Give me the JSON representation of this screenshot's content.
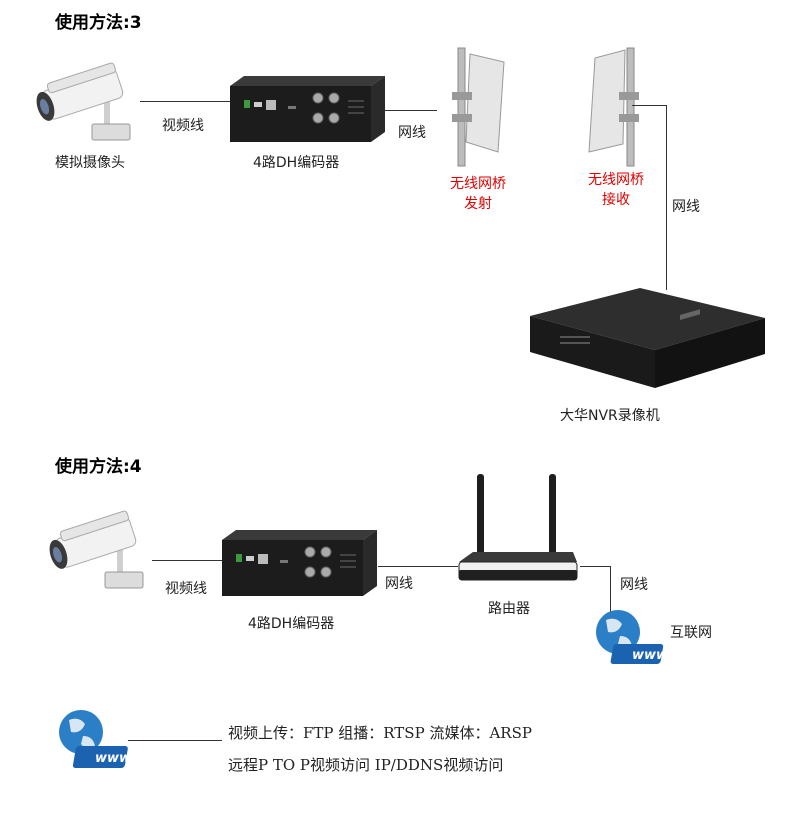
{
  "method3": {
    "title": "使用方法:3",
    "camera_label": "模拟摄像头",
    "encoder_label": "4路DH编码器",
    "link_video": "视频线",
    "link_net1": "网线",
    "bridge_tx_line1": "无线网桥",
    "bridge_tx_line2": "发射",
    "bridge_rx_line1": "无线网桥",
    "bridge_rx_line2": "接收",
    "link_net2": "网线",
    "nvr_label": "大华NVR录像机"
  },
  "method4": {
    "title": "使用方法:4",
    "link_video": "视频线",
    "link_net1": "网线",
    "encoder_label": "4路DH编码器",
    "router_label": "路由器",
    "link_net2": "网线",
    "internet_label": "互联网"
  },
  "footer": {
    "line1": "视频上传：FTP   组播：RTSP  流媒体：ARSP",
    "line2": "远程P TO  P视频访问    IP/DDNS视频访问"
  },
  "colors": {
    "accent_red": "#e00000",
    "device_dark": "#1c1c1c",
    "globe_blue": "#2a7fc7"
  }
}
